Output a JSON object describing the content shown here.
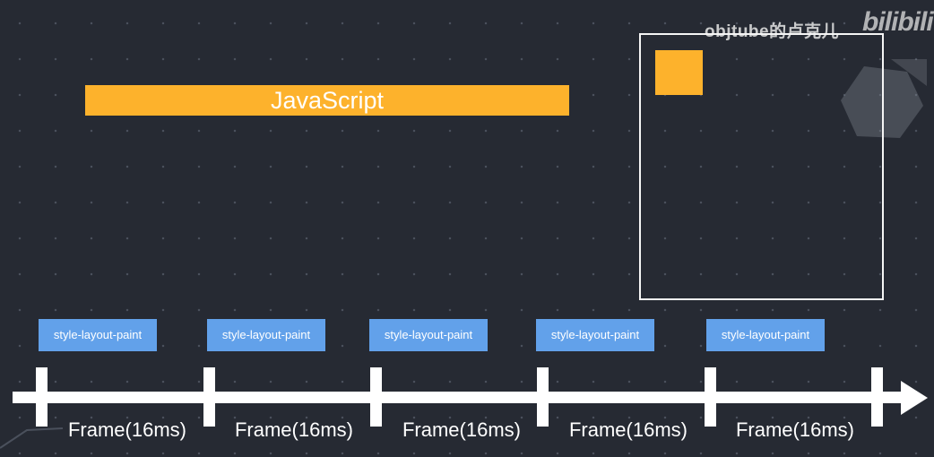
{
  "watermark": {
    "text": "objtube的卢克儿",
    "logo": "bilibili"
  },
  "javascript_bar": {
    "label": "JavaScript",
    "color": "#fdb22c"
  },
  "pipeline_blocks": [
    {
      "label": "style-layout-paint"
    },
    {
      "label": "style-layout-paint"
    },
    {
      "label": "style-layout-paint"
    },
    {
      "label": "style-layout-paint"
    },
    {
      "label": "style-layout-paint"
    }
  ],
  "frames": [
    {
      "label": "Frame(16ms)"
    },
    {
      "label": "Frame(16ms)"
    },
    {
      "label": "Frame(16ms)"
    },
    {
      "label": "Frame(16ms)"
    },
    {
      "label": "Frame(16ms)"
    }
  ],
  "colors": {
    "background": "#262a33",
    "accent_orange": "#fdb22c",
    "pipeline_blue": "#62a1ea",
    "timeline": "#ffffff"
  },
  "icons": {
    "timeline_arrow": "arrow-right-icon"
  }
}
